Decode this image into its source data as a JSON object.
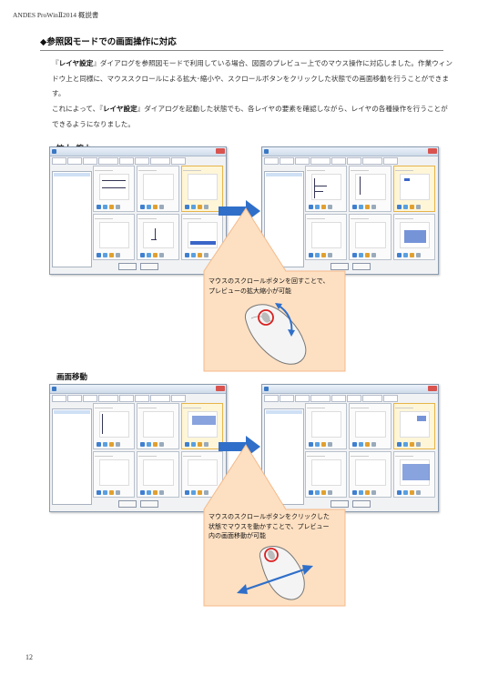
{
  "doc_header": "ANDES ProWinⅡ2014 概説書",
  "section_heading": "◆参照図モードでの画面操作に対応",
  "paragraphs": {
    "p1_prefix": "『",
    "p1_bold": "レイヤ設定",
    "p1_rest": "』ダイアログを参照図モードで利用している場合、図面のプレビュー上でのマウス操作に対応しました。作業ウィンドウ上と同様に、マウススクロールによる拡大･縮小や、スクロールボタンをクリックした状態での画面移動を行うことができます。",
    "p2_prefix": "これによって、『",
    "p2_bold": "レイヤ設定",
    "p2_rest": "』ダイアログを起動した状態でも、各レイヤの要素を確認しながら、レイヤの各種操作を行うことができるようになりました。"
  },
  "zoom": {
    "heading": "拡大･縮小",
    "callout_line1": "マウスのスクロールボタンを回すことで、",
    "callout_line2": "プレビューの拡大縮小が可能"
  },
  "pan": {
    "heading": "画面移動",
    "callout_line1": "マウスのスクロールボタンをクリックした",
    "callout_line2": "状態でマウスを動かすことで、プレビュー",
    "callout_line3": "内の画面移動が可能"
  },
  "page_number": "12",
  "colors": {
    "arrow_blue": "#2f6fc9",
    "callout_fill": "#fde0c2",
    "callout_border": "#f4b98a",
    "circle_red": "#d92020",
    "mouse_arrow": "#2f6fc9"
  }
}
